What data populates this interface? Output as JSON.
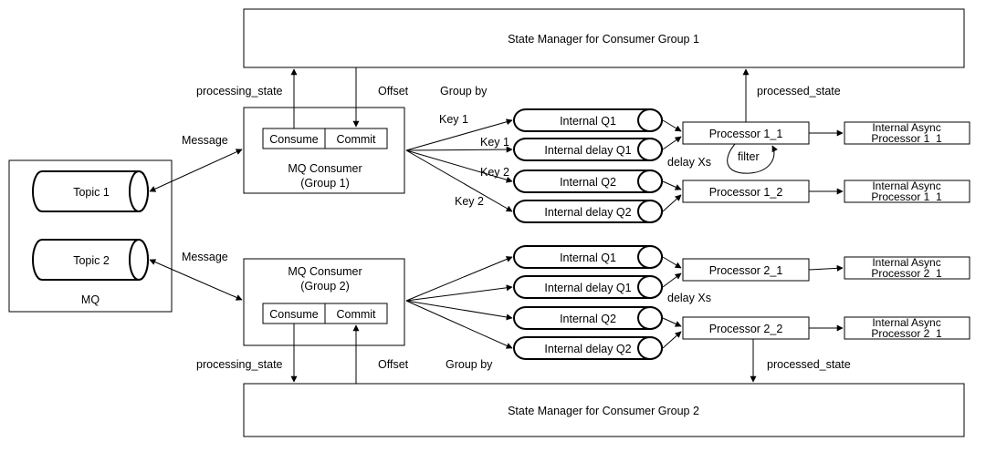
{
  "state_manager_1": "State Manager for Consumer Group 1",
  "state_manager_2": "State Manager for Consumer Group 2",
  "mq": {
    "label": "MQ",
    "topics": [
      "Topic 1",
      "Topic 2"
    ]
  },
  "consumer_1": {
    "title_line1": "MQ Consumer",
    "title_line2": "(Group 1)",
    "consume": "Consume",
    "commit": "Commit"
  },
  "consumer_2": {
    "title_line1": "MQ Consumer",
    "title_line2": "(Group 2)",
    "consume": "Consume",
    "commit": "Commit"
  },
  "edge_labels": {
    "message_1": "Message",
    "message_2": "Message",
    "processing_state_1": "processing_state",
    "processing_state_2": "processing_state",
    "offset_1": "Offset",
    "offset_2": "Offset",
    "group_by_1": "Group by",
    "group_by_2": "Group by",
    "processed_state_1": "processed_state",
    "processed_state_2": "processed_state",
    "key_1a": "Key 1",
    "key_1b": "Key 1",
    "key_2a": "Key 2",
    "key_2b": "Key 2",
    "delay_1": "delay Xs",
    "delay_2": "delay Xs",
    "filter": "filter"
  },
  "queues_group_1": [
    "Internal Q1",
    "Internal delay Q1",
    "Internal Q2",
    "Internal delay Q2"
  ],
  "queues_group_2": [
    "Internal Q1",
    "Internal delay Q1",
    "Internal Q2",
    "Internal delay Q2"
  ],
  "processors": {
    "p1_1": "Processor 1_1",
    "p1_2": "Processor 1_2",
    "p2_1": "Processor 2_1",
    "p2_2": "Processor 2_2"
  },
  "async_processors": [
    {
      "line1": "Internal Async",
      "line2": "Processor 1_1"
    },
    {
      "line1": "Internal Async",
      "line2": "Processor 1_1"
    },
    {
      "line1": "Internal Async",
      "line2": "Processor 2_1"
    },
    {
      "line1": "Internal Async",
      "line2": "Processor 2_1"
    }
  ]
}
